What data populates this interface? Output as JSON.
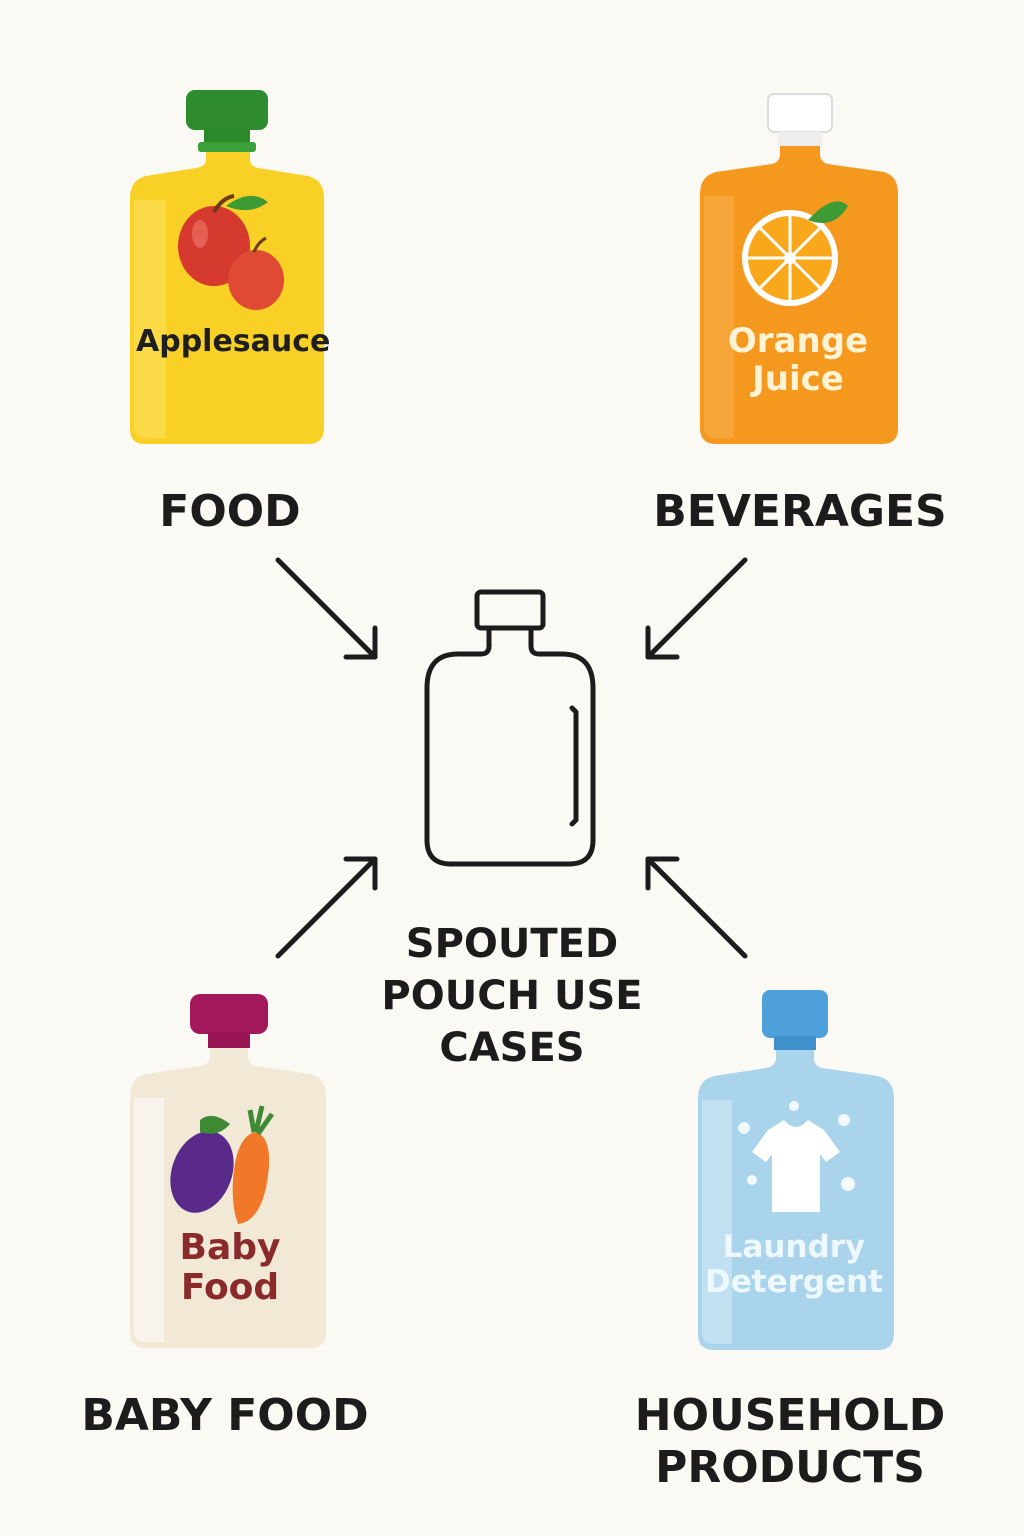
{
  "center": {
    "title": "SPOUTED\nPOUCH USE\nCASES",
    "icon": "bottle-icon"
  },
  "use_cases": [
    {
      "category": "FOOD",
      "pouch_label": "Applesauce",
      "pouch_color": "#f8d026",
      "cap_color": "#2e8b2e",
      "icon": "apple-icon"
    },
    {
      "category": "BEVERAGES",
      "pouch_label": "Orange\nJuice",
      "pouch_color": "#f5991e",
      "cap_color": "#ffffff",
      "icon": "orange-slice-icon"
    },
    {
      "category": "BABY FOOD",
      "pouch_label": "Baby\nFood",
      "pouch_color": "#f2e8d6",
      "cap_color": "#a3185a",
      "icon": "eggplant-carrot-icon"
    },
    {
      "category": "HOUSEHOLD\nPRODUCTS",
      "pouch_label": "Laundry\nDetergent",
      "pouch_color": "#a9d4ec",
      "cap_color": "#4ea0db",
      "icon": "shirt-icon"
    }
  ]
}
